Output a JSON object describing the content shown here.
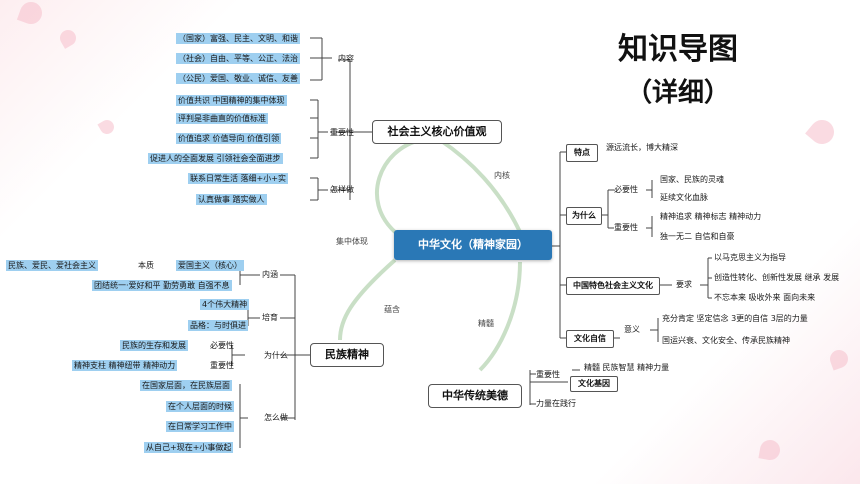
{
  "title": "知识导图",
  "subtitle": "（详细）",
  "center": "中华文化（精神家园）",
  "values": {
    "title": "社会主义核心价值观",
    "content_label": "内容",
    "content": [
      "（国家）富强、民主、文明、和谐",
      "（社会）自由、平等、公正、法治",
      "（公民）爱国、敬业、诚信、友善"
    ],
    "importance_label": "重要性",
    "importance": [
      "价值共识 中国精神的集中体现",
      "评判是非曲直的价值标准",
      "价值追求 价值导向 价值引领",
      "促进人的全面发展 引领社会全面进步"
    ],
    "how_label": "怎样做",
    "how": [
      "联系日常生活 落细+小+实",
      "认真做事 踏实做人"
    ]
  },
  "spirit": {
    "title": "民族精神",
    "connotation_label": "内涵",
    "connotation": [
      "民族、爱民、爱社会主义",
      "本质",
      "爱国主义（核心）",
      "团结统一·爱好和平 勤劳勇敢 自强不息"
    ],
    "cultivate_label": "培育",
    "cultivate": [
      "4个伟大精神",
      "品格：与时俱进"
    ],
    "why_label": "为什么",
    "why": [
      "民族的生存和发展",
      "必要性",
      "精神支柱 精神纽带 精神动力",
      "重要性"
    ],
    "how_label": "怎么做",
    "how": [
      "在国家层面，在民族层面",
      "在个人层面的时候",
      "在日常学习工作中",
      "从自己+现在+小事做起"
    ]
  },
  "right": {
    "feature_label": "特点",
    "feature": "源远流长，博大精深",
    "why_label": "为什么",
    "necessity_label": "必要性",
    "necessity": [
      "国家、民族的灵魂",
      "延续文化血脉"
    ],
    "importance_label": "重要性",
    "importance": [
      "精神追求 精神标志 精神动力",
      "独一无二 自信和自豪"
    ],
    "socialist_label": "中国特色社会主义文化",
    "req_label": "要求",
    "req": [
      "以马克思主义为指导",
      "创造性转化、创新性发展 继承 发展",
      "不忘本来 吸收外来 面向未来"
    ],
    "confidence_label": "文化自信",
    "meaning_label": "意义",
    "meaning": [
      "充分肯定 坚定信念 3更的自信 3层的力量",
      "国运兴衰、文化安全、传承民族精神"
    ]
  },
  "traditional": {
    "title": "中华传统美德",
    "importance_label": "重要性",
    "importance": "精髓 民族智慧 精神力量",
    "root": "文化基因",
    "practice": "力量在践行"
  },
  "connectors": {
    "inner": "内核",
    "concentrated": "集中体现",
    "contain": "蕴含",
    "essence": "精髓"
  },
  "colors": {
    "center": "#2a78b6",
    "highlight": "#9ecff0",
    "line": "#444444",
    "branch": "#c9dfc6"
  }
}
